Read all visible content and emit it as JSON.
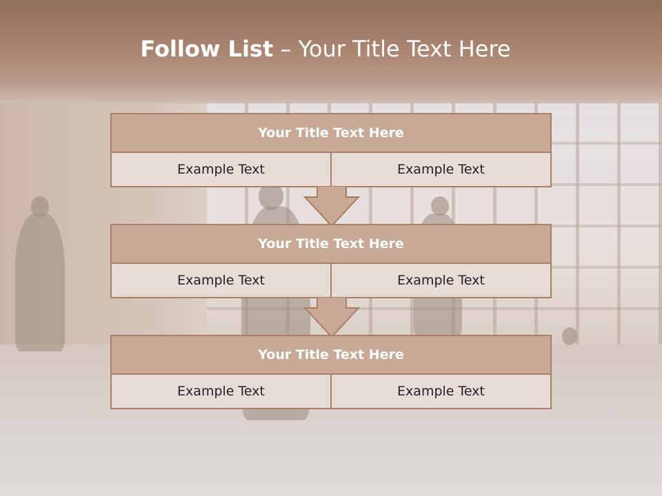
{
  "slide": {
    "title_bold": "Follow List",
    "title_rest": " – Your Title Text Here"
  },
  "blocks": [
    {
      "header": "Your Title Text Here",
      "left": "Example Text",
      "right": "Example Text"
    },
    {
      "header": "Your Title Text Here",
      "left": "Example Text",
      "right": "Example Text"
    },
    {
      "header": "Your Title Text Here",
      "left": "Example Text",
      "right": "Example Text"
    }
  ],
  "colors": {
    "header_fill": "#c8a996",
    "border": "#a77e66",
    "cell_fill": "#e8dcd7",
    "arrow_fill": "#c8a996"
  }
}
